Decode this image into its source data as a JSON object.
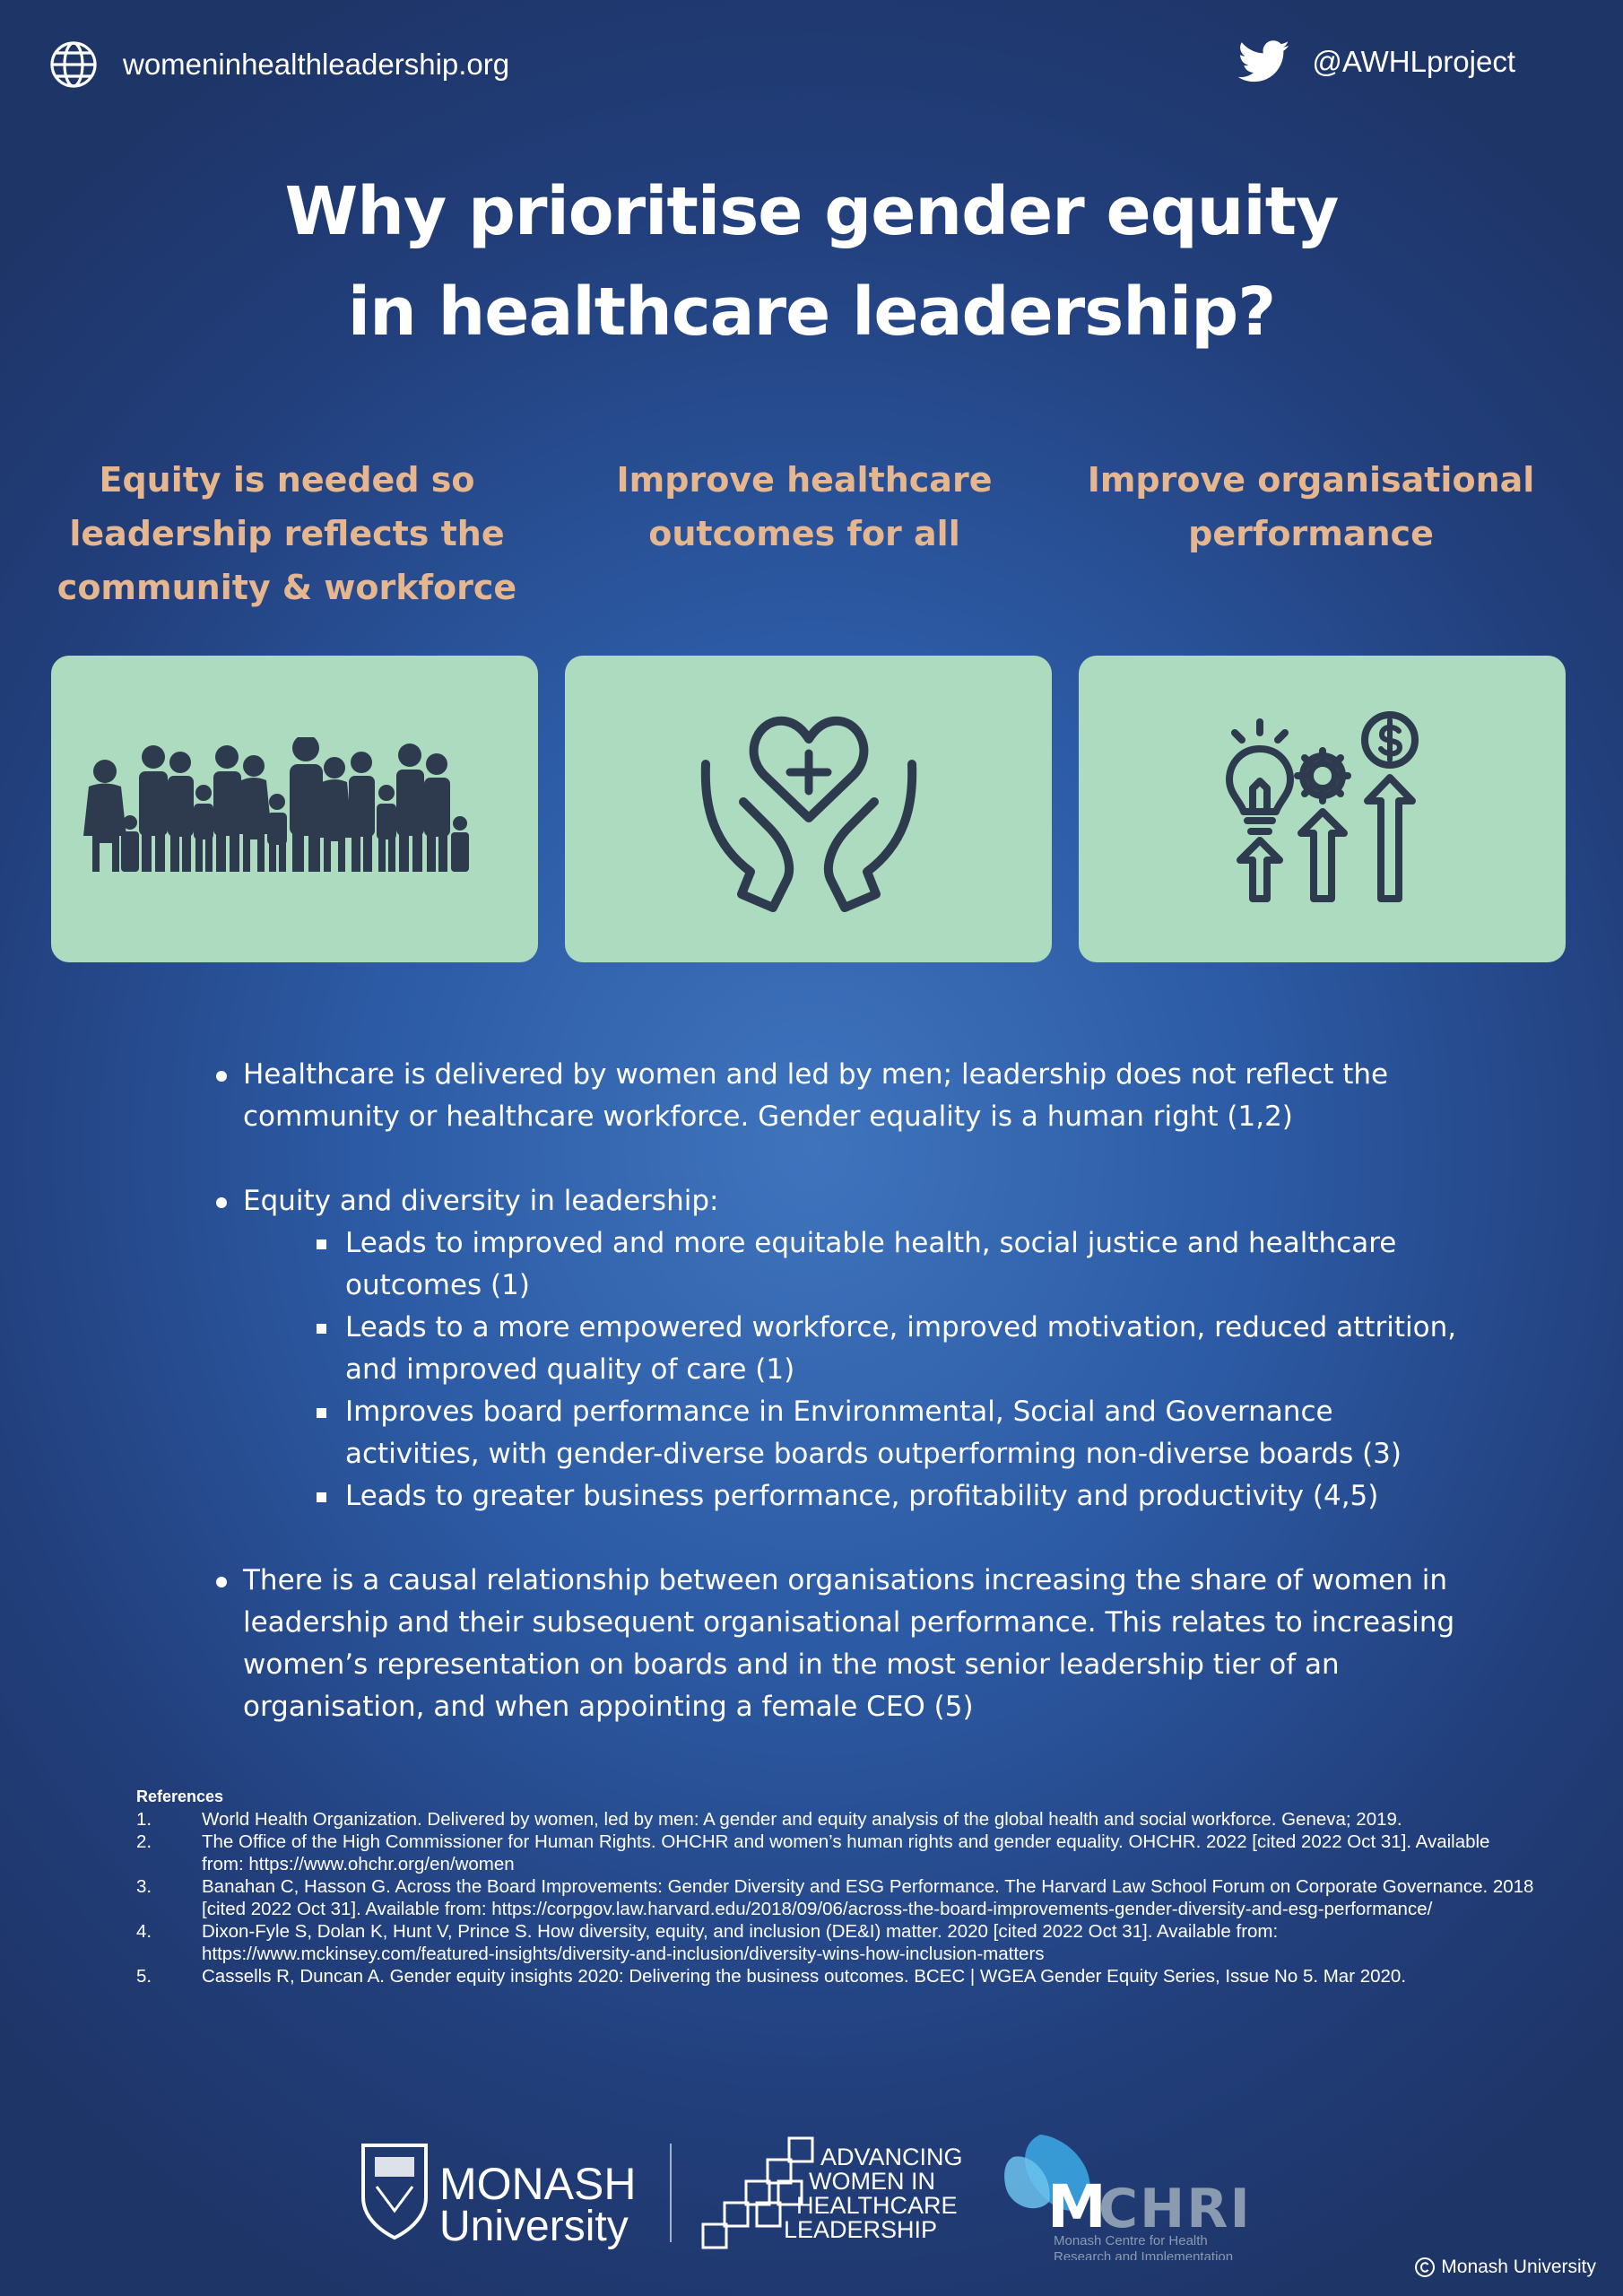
{
  "header": {
    "website": "womeninhealthleadership.org",
    "twitter": "@AWHLproject"
  },
  "title": {
    "line1": "Why prioritise gender equity",
    "line2": "in healthcare leadership?"
  },
  "columns": [
    {
      "heading_lines": [
        "Equity is needed so",
        "leadership reflects the",
        "community & workforce"
      ],
      "icon": "people-group-icon"
    },
    {
      "heading_lines": [
        "Improve healthcare",
        "outcomes for all"
      ],
      "icon": "hands-heart-cross-icon"
    },
    {
      "heading_lines": [
        "Improve organisational",
        "performance"
      ],
      "icon": "growth-bulb-gear-dollar-icon"
    }
  ],
  "bullets": {
    "b1": "Healthcare is delivered by women and led by men; leadership does not reflect the community or healthcare workforce. Gender equality is a human right (1,2)",
    "b2": "Equity and diversity in leadership:",
    "b2_sub": [
      "Leads to improved and more equitable health, social justice and healthcare outcomes (1)",
      "Leads to a more empowered workforce, improved motivation, reduced attrition, and improved quality of care (1)",
      "Improves board performance in Environmental, Social and Governance activities, with gender-diverse boards outperforming non-diverse boards (3)",
      "Leads to greater business performance, profitability and productivity (4,5)"
    ],
    "b3": "There is a causal relationship between organisations increasing the share of women in leadership and their subsequent organisational performance. This relates to increasing women’s representation on boards and in the most senior leadership tier of an organisation, and when appointing a female CEO (5)"
  },
  "references": {
    "title": "References",
    "items": [
      {
        "num": "1.",
        "text": "World Health Organization. Delivered by women, led by men: A gender and equity analysis of the global health and social workforce.  Geneva; 2019."
      },
      {
        "num": "2.",
        "text": "The Office of the High Commissioner for Human Rights. OHCHR and women’s human rights and gender equality. OHCHR. 2022 [cited 2022 Oct 31]. Available from: https://www.ohchr.org/en/women"
      },
      {
        "num": "3.",
        "text": "Banahan C, Hasson G. Across the Board Improvements: Gender Diversity and ESG Performance. The Harvard Law School Forum on Corporate Governance. 2018 [cited 2022 Oct 31]. Available from: https://corpgov.law.harvard.edu/2018/09/06/across-the-board-improvements-gender-diversity-and-esg-performance/"
      },
      {
        "num": "4.",
        "text": "Dixon-Fyle S, Dolan K, Hunt V, Prince S. How diversity, equity, and inclusion (DE&I) matter. 2020 [cited 2022 Oct 31]. Available from: https://www.mckinsey.com/featured-insights/diversity-and-inclusion/diversity-wins-how-inclusion-matters"
      },
      {
        "num": "5.",
        "text": "Cassells R, Duncan A. Gender equity insights 2020: Delivering the business outcomes. BCEC | WGEA Gender Equity Series, Issue No 5. Mar 2020."
      }
    ]
  },
  "logos": {
    "monash_line1": "MONASH",
    "monash_line2": "University",
    "awhl_lines": [
      "ADVANCING",
      "WOMEN IN",
      "HEALTHCARE",
      "LEADERSHIP"
    ],
    "mchri_name": "MCHRI",
    "mchri_sub1": "Monash Centre for Health",
    "mchri_sub2": "Research and Implementation"
  },
  "copyright": "Monash University",
  "colors": {
    "accent_heading": "#e6b68e",
    "card_bg": "#acdbbf",
    "icon_dark": "#2e3a4e"
  }
}
